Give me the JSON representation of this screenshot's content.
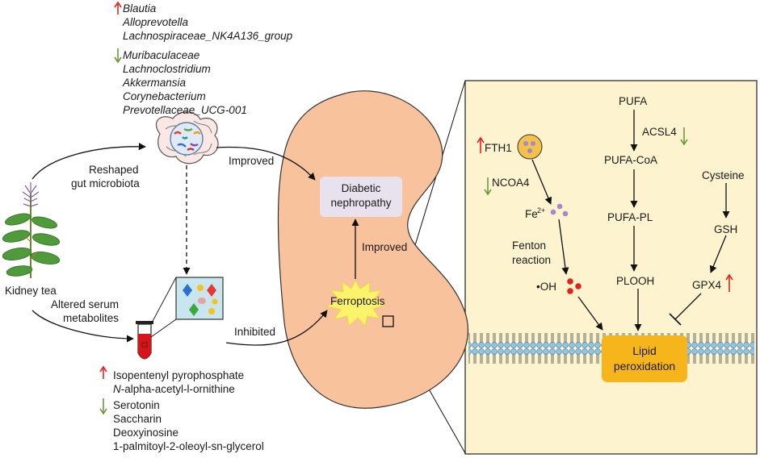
{
  "gut_up_list": [
    "Blautia",
    "Alloprevotella",
    "Lachnospiraceae_NK4A136_group"
  ],
  "gut_down_list": [
    "Muribaculaceae",
    "Lachnoclostridium",
    "Akkermansia",
    "Corynebacterium",
    "Prevotellaceae_UCG-001"
  ],
  "serum_up_list": [
    "Isopentenyl pyrophosphate",
    "N",
    "-alpha-acetyl-l-ornithine"
  ],
  "serum_down_list": [
    "Serotonin",
    "Saccharin",
    "Deoxyinosine",
    "1-palmitoyl-2-oleoyl-sn-glycerol"
  ],
  "labels": {
    "kidney_tea": "Kidney tea",
    "reshaped_1": "Reshaped",
    "reshaped_2": "gut microbiota",
    "altered_1": "Altered serum",
    "altered_2": "metabolites",
    "improved_top": "Improved",
    "improved_mid": "Improved",
    "inhibited": "Inhibited",
    "dn_1": "Diabetic",
    "dn_2": "nephropathy",
    "ferroptosis": "Ferroptosis"
  },
  "pathway": {
    "pufa": "PUFA",
    "acsl4": "ACSL4",
    "pufa_coa": "PUFA-CoA",
    "pufa_pl": "PUFA-PL",
    "plooh": "PLOOH",
    "fth1": "FTH1",
    "ncoa4": "NCOA4",
    "fe": "Fe",
    "fe_sup": "2+",
    "fenton_1": "Fenton",
    "fenton_2": "reaction",
    "oh": "•OH",
    "cysteine": "Cysteine",
    "gsh": "GSH",
    "gpx4": "GPX4",
    "lipid_1": "Lipid",
    "lipid_2": "peroxidation"
  },
  "colors": {
    "up_arrow": "#e8231f",
    "down_arrow": "#6a9a3a",
    "kidney": "#f7c29c",
    "panel": "#fdf3cf",
    "ferroptosis_burst": "#fbf36a",
    "lipid_box": "#f7b51c",
    "dn_box": "#e8e2ee",
    "membrane_head": "#8fc6e6"
  },
  "icons": [
    "kidney-tea-plant-icon",
    "gut-microbiota-icon",
    "blood-tube-icon",
    "metabolites-panel-icon",
    "iron-ferritin-icon"
  ]
}
